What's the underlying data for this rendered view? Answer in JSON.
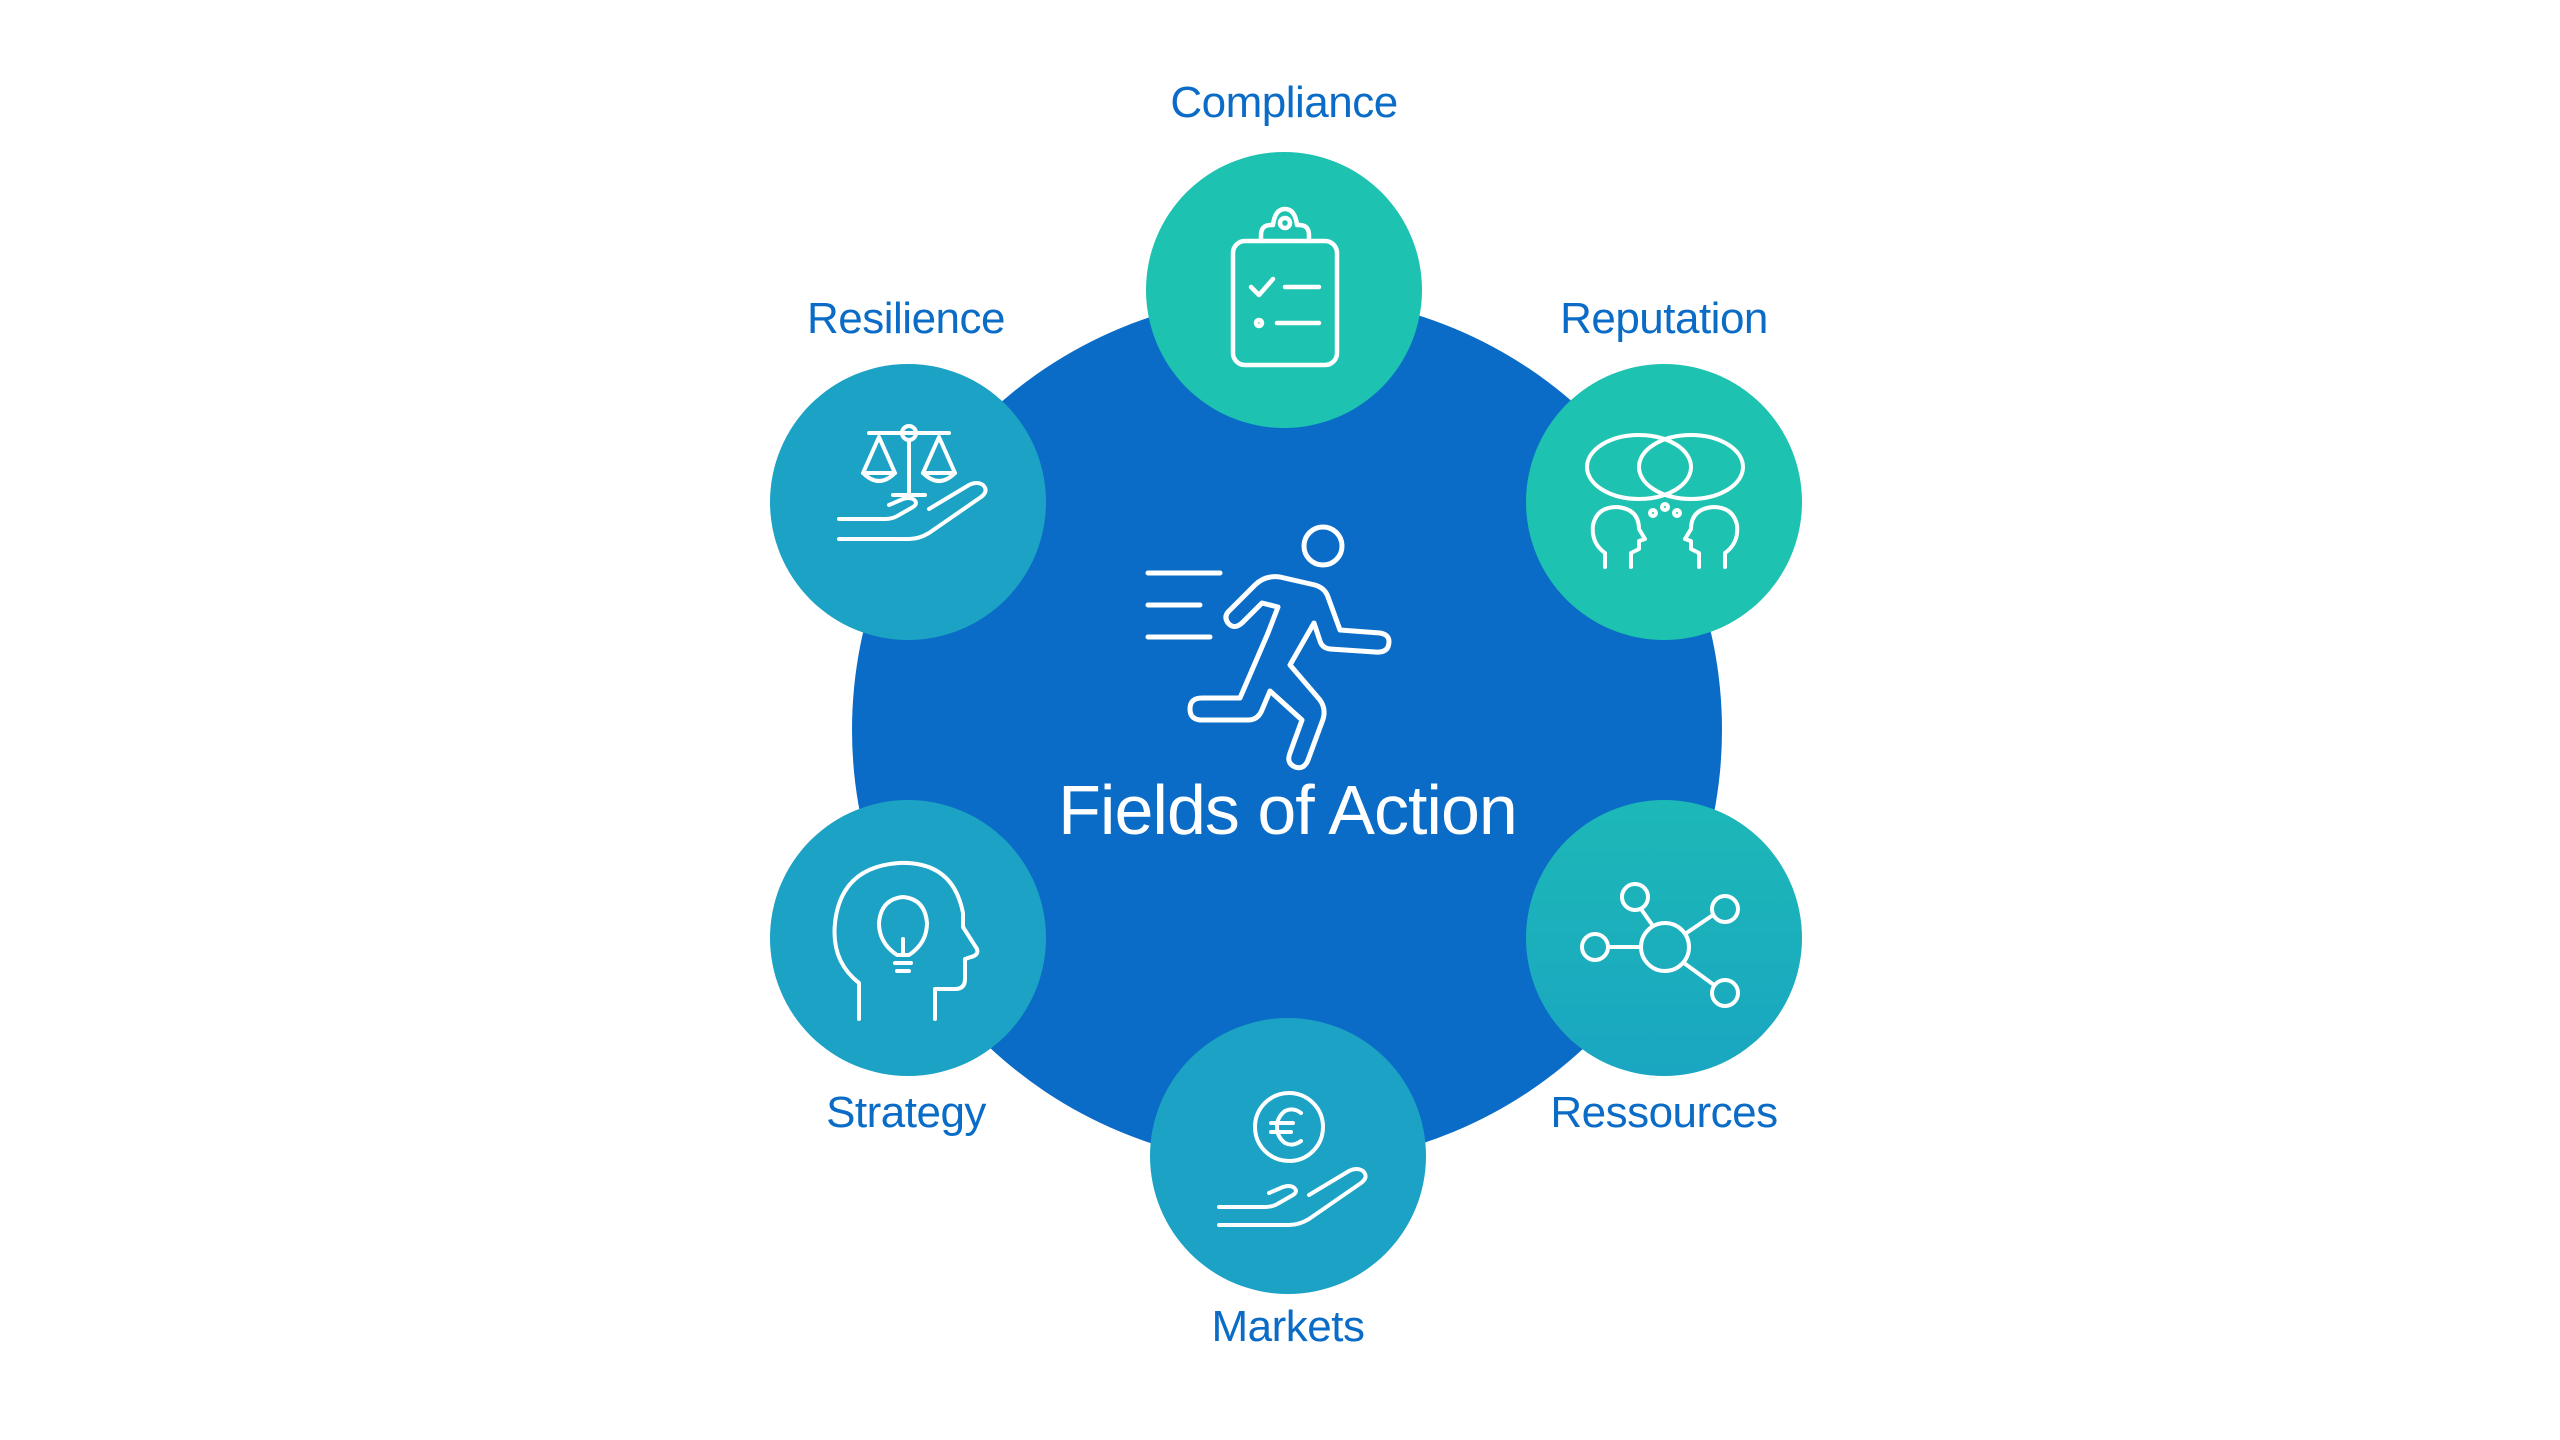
{
  "center": {
    "title": "Fields of Action",
    "icon": "running-person-icon"
  },
  "nodes": [
    {
      "id": "compliance",
      "label": "Compliance",
      "icon": "clipboard-checklist-icon"
    },
    {
      "id": "reputation",
      "label": "Reputation",
      "icon": "two-heads-thought-bubbles-icon"
    },
    {
      "id": "ressources",
      "label": "Ressources",
      "icon": "network-nodes-icon"
    },
    {
      "id": "markets",
      "label": "Markets",
      "icon": "hand-euro-coin-icon"
    },
    {
      "id": "strategy",
      "label": "Strategy",
      "icon": "head-lightbulb-icon"
    },
    {
      "id": "resilience",
      "label": "Resilience",
      "icon": "hand-scales-icon"
    }
  ],
  "colors": {
    "center": "#0a6cc6",
    "label_text": "#0a6cc6",
    "node_teal": "#1ec2b0",
    "node_blue": "#1ba2c4",
    "icon_stroke": "#ffffff"
  }
}
